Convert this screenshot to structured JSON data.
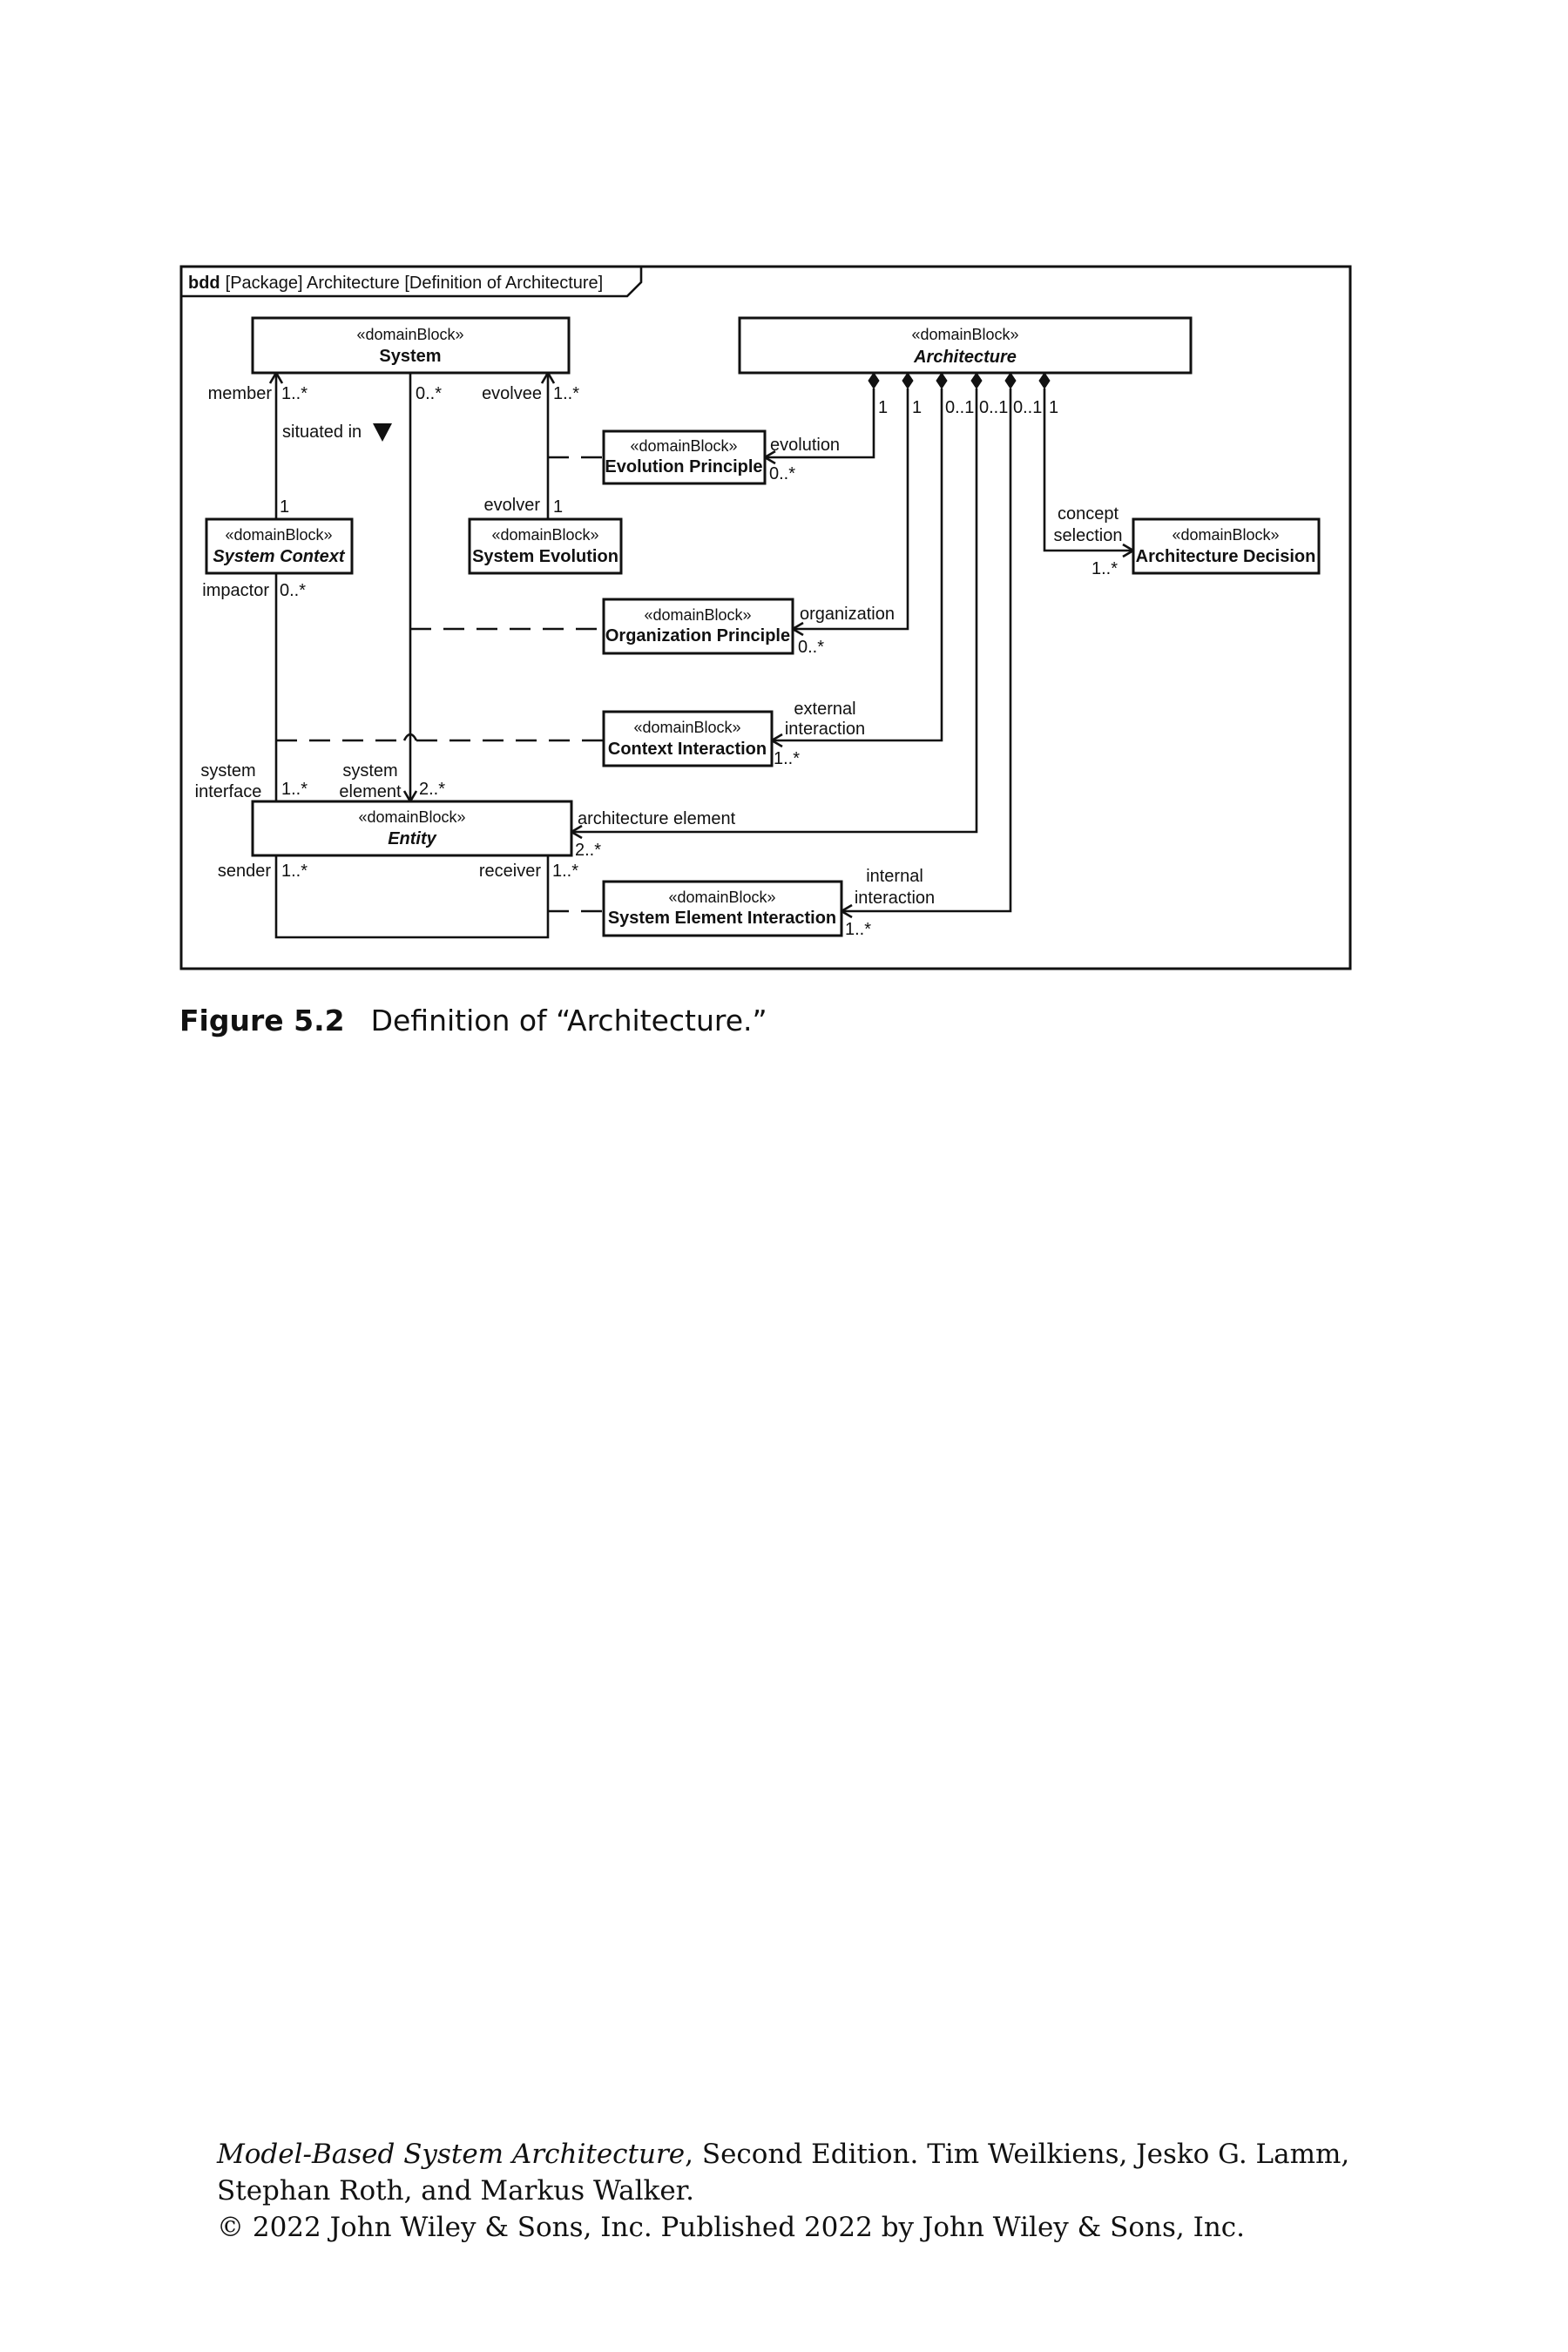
{
  "frame": {
    "kind": "bdd",
    "title": "[Package] Architecture [Definition of Architecture]"
  },
  "stereotype": "«domainBlock»",
  "blocks": {
    "system": "System",
    "architecture": "Architecture",
    "evolution_principle": "Evolution Principle",
    "system_context": "System Context",
    "system_evolution": "System Evolution",
    "architecture_decision": "Architecture Decision",
    "organization_principle": "Organization Principle",
    "context_interaction": "Context Interaction",
    "entity": "Entity",
    "system_element_interaction": "System Element Interaction"
  },
  "labels": {
    "member": "member",
    "member_mult": "1..*",
    "system_zero_many": "0..*",
    "evolvee": "evolvee",
    "evolvee_mult": "1..*",
    "situated_in": "situated in",
    "situated_in_one": "1",
    "evolver": "evolver",
    "evolver_mult": "1",
    "impactor": "impactor",
    "impactor_mult": "0..*",
    "arch_m1": "1",
    "arch_m2": "1",
    "arch_m3": "0..1",
    "arch_m4": "0..1",
    "arch_m5": "0..1",
    "arch_m6": "1",
    "evolution": "evolution",
    "evolution_mult": "0..*",
    "concept": "concept",
    "selection": "selection",
    "decision_mult": "1..*",
    "organization": "organization",
    "organization_mult": "0..*",
    "external": "external",
    "interaction": "interaction",
    "context_mult": "1..*",
    "system_word": "system",
    "interface_word": "interface",
    "interface_mult": "1..*",
    "element_word": "element",
    "element_mult": "2..*",
    "architecture_element": "architecture element",
    "arch_element_mult": "2..*",
    "sender": "sender",
    "sender_mult": "1..*",
    "receiver": "receiver",
    "receiver_mult": "1..*",
    "internal": "internal",
    "internal_interaction": "interaction",
    "sei_mult": "1..*"
  },
  "caption": {
    "number": "Figure 5.2",
    "text": "Definition of “Architecture.”"
  },
  "credit": {
    "book_title": "Model-Based System Architecture",
    "line1_rest": ", Second Edition. Tim Weilkiens, Jesko G. Lamm,",
    "line2": "Stephan Roth, and Markus Walker.",
    "line3": "© 2022 John Wiley & Sons, Inc. Published 2022 by John Wiley & Sons, Inc."
  }
}
